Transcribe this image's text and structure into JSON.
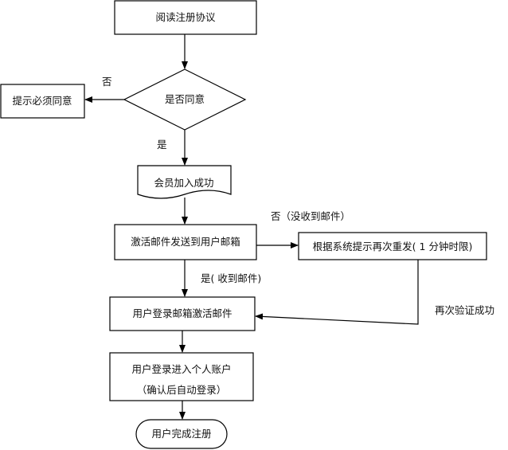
{
  "nodes": {
    "read_agreement": "阅读注册协议",
    "agree_decision": "是否同意",
    "must_agree_prompt": "提示必须同意",
    "member_joined": "会员加入成功",
    "send_activation": "激活邮件发送到用户邮箱",
    "resend": "根据系统提示再次重发( 1 分钟时限)",
    "login_activate": "用户登录邮箱激活邮件",
    "enter_account_line1": "用户登录进入个人账户",
    "enter_account_line2": "（确认后自动登录）",
    "complete": "用户完成注册"
  },
  "edges": {
    "no_label": "否",
    "yes_label": "是",
    "not_received": "否（没收到邮件）",
    "received": "是( 收到邮件)",
    "resend_success": "再次验证成功"
  }
}
